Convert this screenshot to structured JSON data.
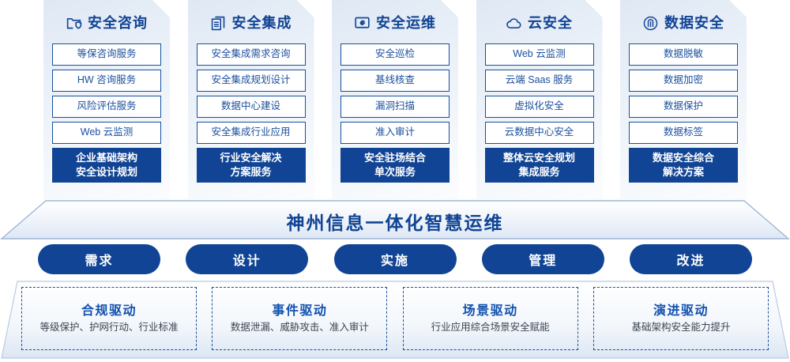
{
  "pillars": [
    {
      "icon": "folder-shield-icon",
      "title": "安全咨询",
      "items": [
        "等保咨询服务",
        "HW 咨询服务",
        "风险评估服务",
        "Web 云监测"
      ],
      "highlight": "企业基础架构\n安全设计规划"
    },
    {
      "icon": "stacked-documents-icon",
      "title": "安全集成",
      "items": [
        "安全集成需求咨询",
        "安全集成规划设计",
        "数据中心建设",
        "安全集成行业应用"
      ],
      "highlight": "行业安全解决\n方案服务"
    },
    {
      "icon": "monitor-chart-icon",
      "title": "安全运维",
      "items": [
        "安全巡检",
        "基线核查",
        "漏洞扫描",
        "准入审计"
      ],
      "highlight": "安全驻场结合\n单次服务"
    },
    {
      "icon": "cloud-icon",
      "title": "云安全",
      "items": [
        "Web 云监测",
        "云端 Saas 服务",
        "虚拟化安全",
        "云数据中心安全"
      ],
      "highlight": "整体云安全规划\n集成服务"
    },
    {
      "icon": "fingerprint-icon",
      "title": "数据安全",
      "items": [
        "数据脱敏",
        "数据加密",
        "数据保护",
        "数据标签"
      ],
      "highlight": "数据安全综合\n解决方案"
    }
  ],
  "banner": {
    "title": "神州信息一体化智慧运维"
  },
  "phases": [
    {
      "label": "需求"
    },
    {
      "label": "设计"
    },
    {
      "label": "实施"
    },
    {
      "label": "管理"
    },
    {
      "label": "改进"
    }
  ],
  "drivers": [
    {
      "title": "合规驱动",
      "desc": "等级保护、护网行动、行业标准"
    },
    {
      "title": "事件驱动",
      "desc": "数据泄漏、威胁攻击、准入审计"
    },
    {
      "title": "场景驱动",
      "desc": "行业应用综合场景安全赋能"
    },
    {
      "title": "演进驱动",
      "desc": "基础架构安全能力提升"
    }
  ],
  "colors": {
    "brand_blue": "#114494",
    "accent_blue": "#1252b0",
    "card_bg_light": "#f3f7fb",
    "card_bg_dark": "#dfe8f4",
    "text_gray": "#3c4451"
  }
}
